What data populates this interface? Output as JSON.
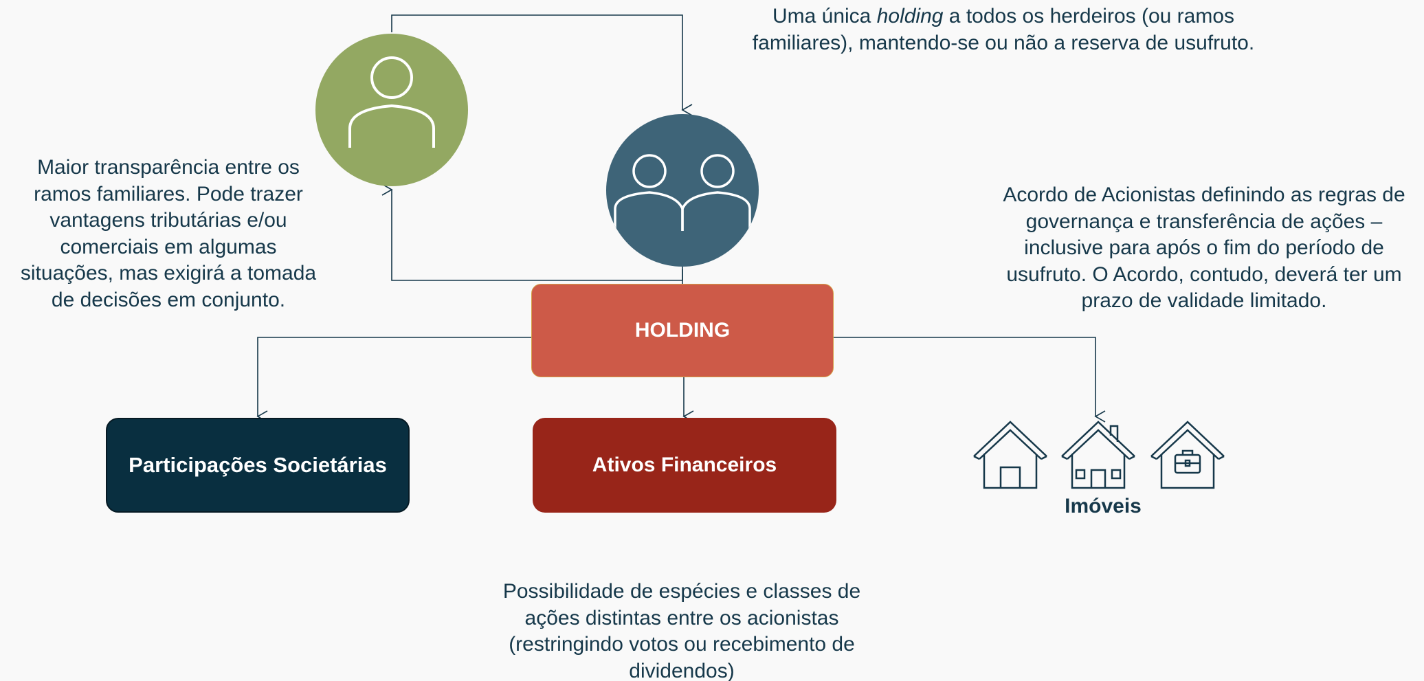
{
  "diagram": {
    "top_note": {
      "before": "Uma única ",
      "italic": "holding",
      "after_line1": " a todos os herdeiros (ou ramos",
      "line2": "familiares), mantendo-se ou não a reserva de usufruto."
    },
    "left_note": [
      "Maior transparência entre os",
      "ramos familiares. Pode trazer",
      "vantagens tributárias e/ou",
      "comerciais em algumas",
      "situações, mas exigirá a tomada",
      "de decisões em conjunto."
    ],
    "right_note": [
      "Acordo de Acionistas definindo as regras de",
      "governança e transferência de ações –",
      "inclusive para após o fim do período de",
      "usufruto. O Acordo, contudo, deverá ter um",
      "prazo de validade limitado."
    ],
    "bottom_note": [
      "Possibilidade de espécies e classes de",
      "ações distintas entre os acionistas",
      "(restringindo votos ou recebimento de",
      "dividendos)"
    ],
    "holding_label": "HOLDING",
    "participacoes_label": "Participações Societárias",
    "ativos_label": "Ativos Financeiros",
    "imoveis_label": "Imóveis",
    "icons": {
      "founder": "single-person-icon",
      "heirs": "two-people-icon",
      "properties": [
        "house-icon",
        "house-with-chimney-icon",
        "commercial-building-briefcase-icon"
      ]
    },
    "colors": {
      "founder_circle": "#93a862",
      "heirs_circle": "#3e6478",
      "holding_box": "#cd5a48",
      "participacoes_box": "#092f40",
      "ativos_box": "#982519",
      "text": "#16384a",
      "connector": "#16384a"
    }
  }
}
